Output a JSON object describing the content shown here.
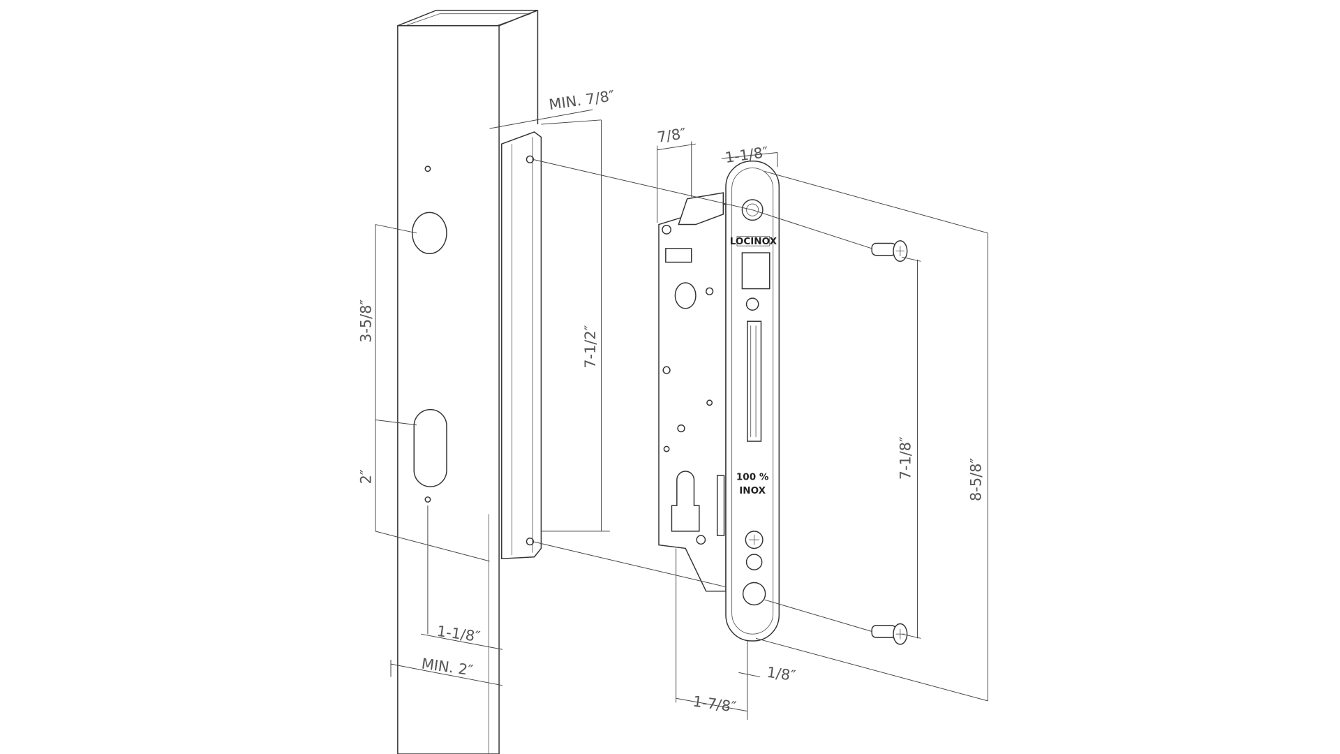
{
  "dimensions": {
    "min_wall": "MIN. 7/8″",
    "lock_depth_top": "7/8″",
    "faceplate_width": "1-1/8″",
    "hole_spacing": "3-5/8″",
    "bracket_height": "7-1/2″",
    "lower_offset": "2″",
    "screw_spacing": "7-1/8″",
    "faceplate_height": "8-5/8″",
    "post_offset": "1-1/8″",
    "min_post": "MIN. 2″",
    "face_offset": "1/8″",
    "backset": "1-7/8″"
  },
  "faceplate": {
    "brand": "LOCINOX",
    "material_line1": "100 %",
    "material_line2": "INOX"
  }
}
